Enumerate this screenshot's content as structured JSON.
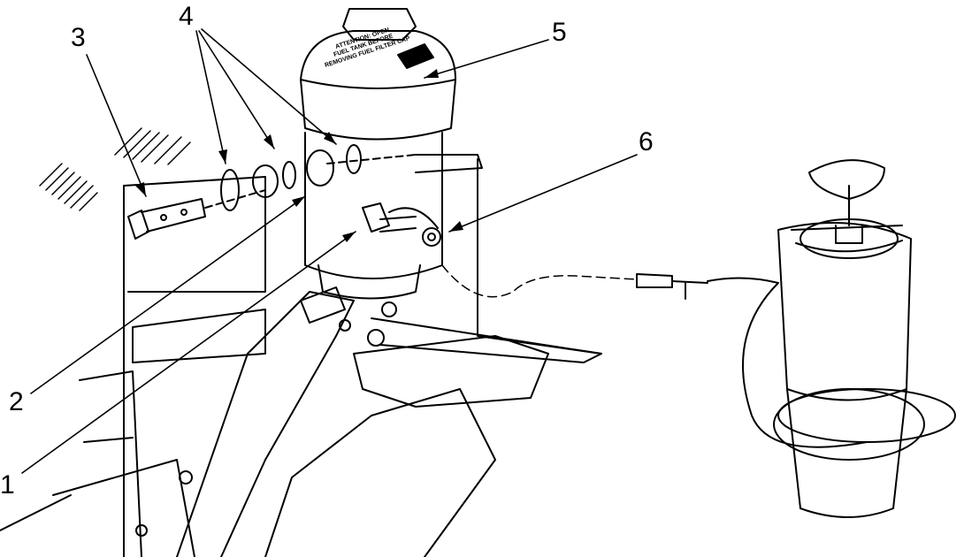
{
  "diagram": {
    "callouts": [
      {
        "id": "1",
        "label": "1"
      },
      {
        "id": "2",
        "label": "2"
      },
      {
        "id": "3",
        "label": "3"
      },
      {
        "id": "4",
        "label": "4"
      },
      {
        "id": "5",
        "label": "5"
      },
      {
        "id": "6",
        "label": "6"
      }
    ],
    "cap_text": [
      "ATTENTION: OPEN",
      "FUEL TANK BEFORE",
      "REMOVING FUEL FILTER CAP"
    ]
  }
}
